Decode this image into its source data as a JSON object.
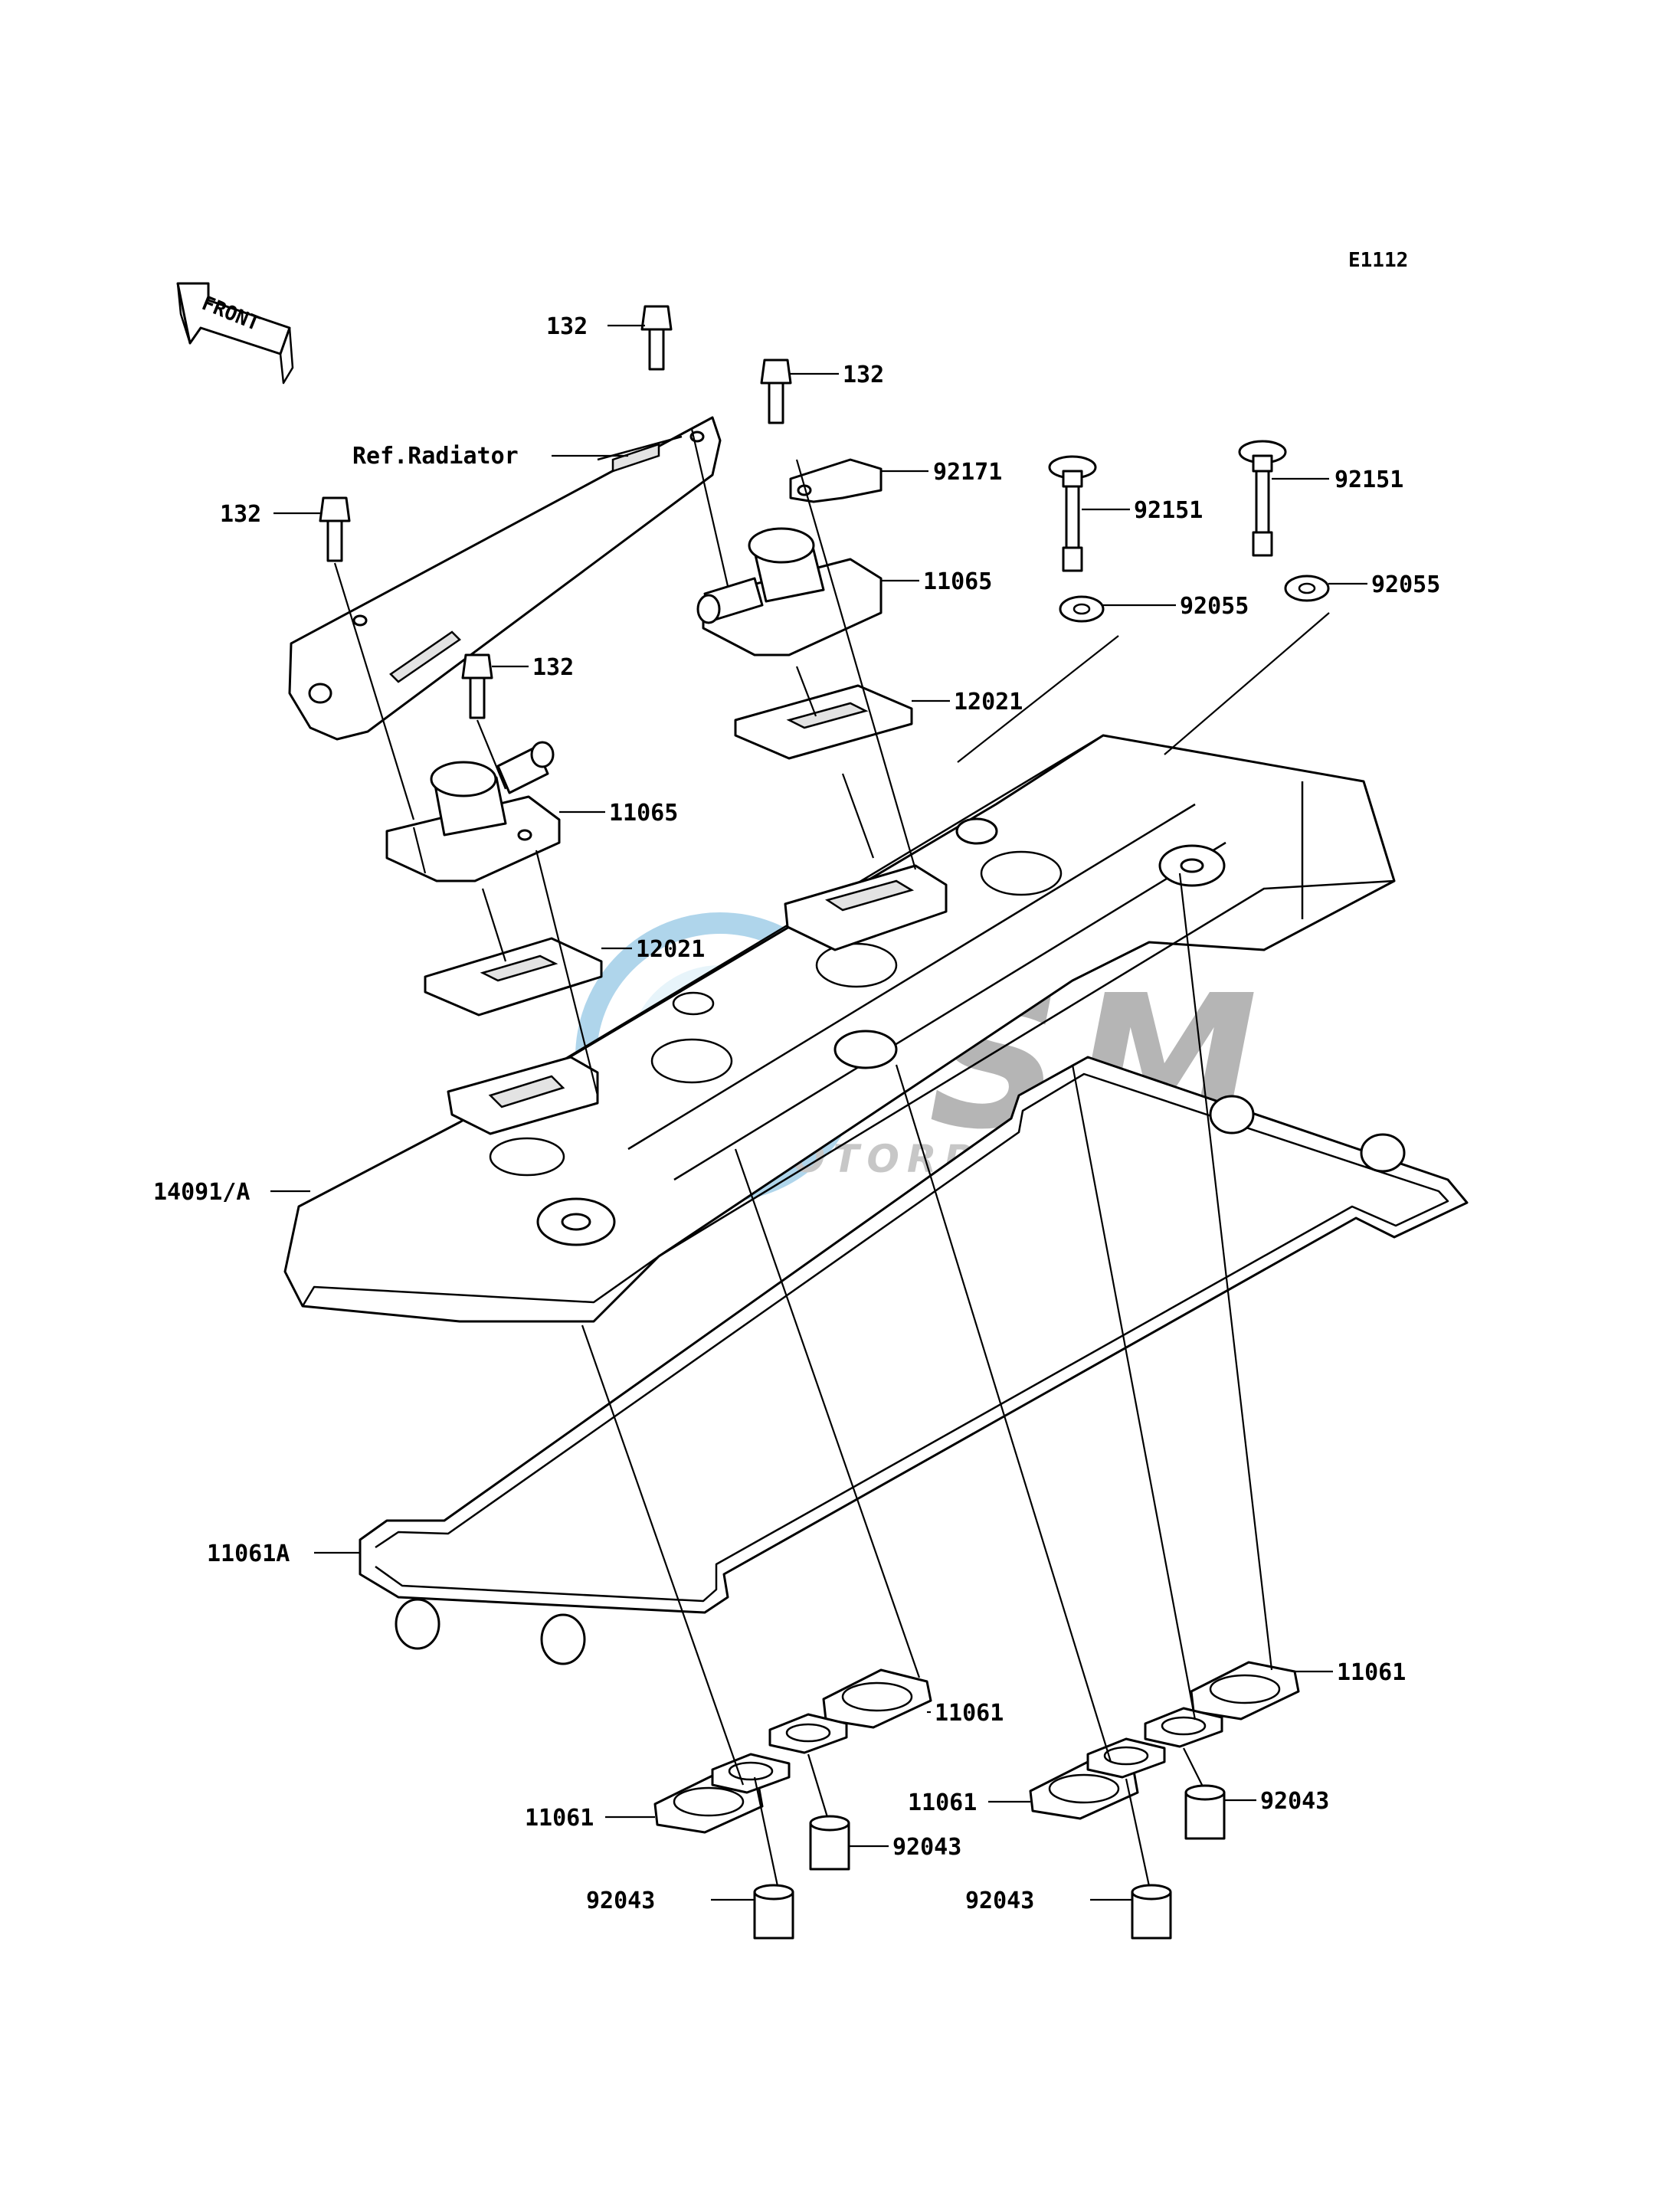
{
  "diagram_code": "E1112",
  "front_label": "FRONT",
  "watermark": {
    "logo": "OSM",
    "sub": "MOTORPART"
  },
  "callouts": {
    "bolt_132_a": "132",
    "bolt_132_b": "132",
    "bolt_132_c": "132",
    "bolt_132_d": "132",
    "ref_radiator": "Ref.Radiator",
    "bracket_92171": "92171",
    "bolt_92151_a": "92151",
    "bolt_92151_b": "92151",
    "washer_92055_a": "92055",
    "washer_92055_b": "92055",
    "cap_11065_a": "11065",
    "cap_11065_b": "11065",
    "plate_12021_a": "12021",
    "plate_12021_b": "12021",
    "cover_14091": "14091/A",
    "gasket_11061A": "11061A",
    "gasket_11061_a": "11061",
    "gasket_11061_b": "11061",
    "gasket_11061_c": "11061",
    "gasket_11061_d": "11061",
    "collar_92043_a": "92043",
    "collar_92043_b": "92043",
    "collar_92043_c": "92043",
    "collar_92043_d": "92043"
  }
}
